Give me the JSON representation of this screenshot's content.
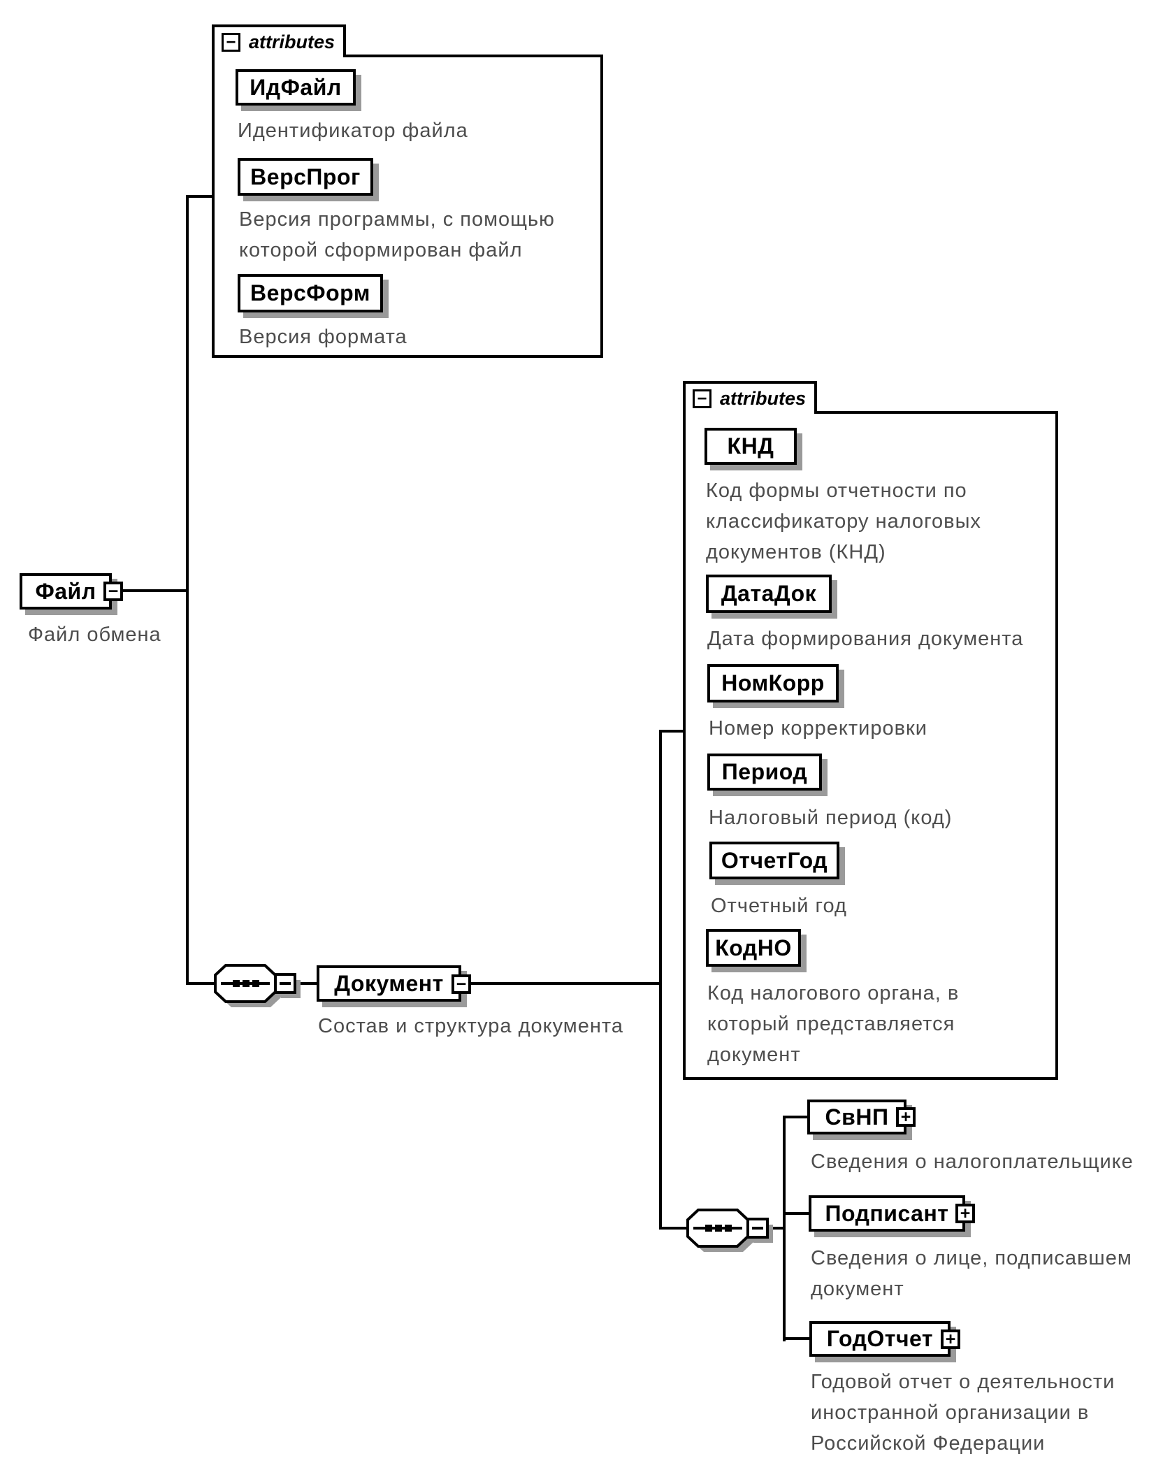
{
  "root_element": {
    "label": "Файл",
    "description": "Файл обмена"
  },
  "file_attributes_box": {
    "tab_label": "attributes",
    "items": [
      {
        "label": "ИдФайл",
        "description": "Идентификатор файла"
      },
      {
        "label": "ВерсПрог",
        "description": "Версия программы, с помощью которой сформирован файл"
      },
      {
        "label": "ВерсФорм",
        "description": "Версия формата"
      }
    ]
  },
  "document_element": {
    "label": "Документ",
    "description": "Состав и структура документа"
  },
  "document_attributes_box": {
    "tab_label": "attributes",
    "items": [
      {
        "label": "КНД",
        "description": "Код формы отчетности по классификатору налоговых документов (КНД)"
      },
      {
        "label": "ДатаДок",
        "description": "Дата формирования документа"
      },
      {
        "label": "НомКорр",
        "description": "Номер корректировки"
      },
      {
        "label": "Период",
        "description": "Налоговый период (код)"
      },
      {
        "label": "ОтчетГод",
        "description": "Отчетный год"
      },
      {
        "label": "КодНО",
        "description": "Код налогового органа, в который представляется документ"
      }
    ]
  },
  "child_elements": [
    {
      "label": "СвНП",
      "description": "Сведения о налогоплательщике"
    },
    {
      "label": "Подписант",
      "description": "Сведения о лице, подписавшем документ"
    },
    {
      "label": "ГодОтчет",
      "description": "Годовой отчет о деятельности иностранной организации в Российской Федерации"
    }
  ],
  "icons": {
    "collapse": "−",
    "expand": "+"
  },
  "colors": {
    "line": "#000000",
    "shadow": "#9a9a9a",
    "description_text": "#4d4d4d",
    "background": "#ffffff"
  }
}
